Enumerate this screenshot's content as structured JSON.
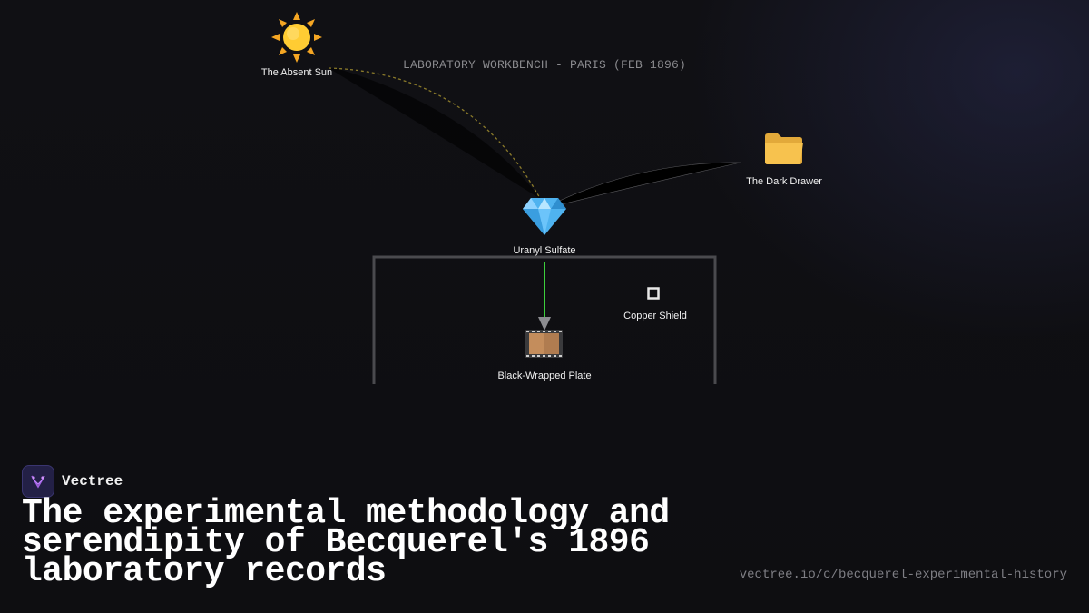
{
  "diagram": {
    "workbench_title": "LABORATORY WORKBENCH - PARIS (FEB 1896)",
    "nodes": {
      "sun": {
        "label": "The Absent Sun",
        "icon": "sun-icon"
      },
      "drawer": {
        "label": "The Dark Drawer",
        "icon": "folder-icon"
      },
      "uranyl": {
        "label": "Uranyl Sulfate",
        "icon": "gem-icon"
      },
      "shield": {
        "label": "Copper Shield",
        "icon": "square-icon"
      },
      "plate": {
        "label": "Black-Wrapped Plate",
        "icon": "film-frames-icon"
      }
    },
    "colors": {
      "background": "#101014",
      "sun_path": "#8a7a2a",
      "emission_arrow": "#3ccf3c",
      "enclosure": "#4a4a4e"
    }
  },
  "brand": {
    "name": "Vectree"
  },
  "headline": "The experimental methodology and serendipity of Becquerel's 1896 laboratory records",
  "url": "vectree.io/c/becquerel-experimental-history"
}
